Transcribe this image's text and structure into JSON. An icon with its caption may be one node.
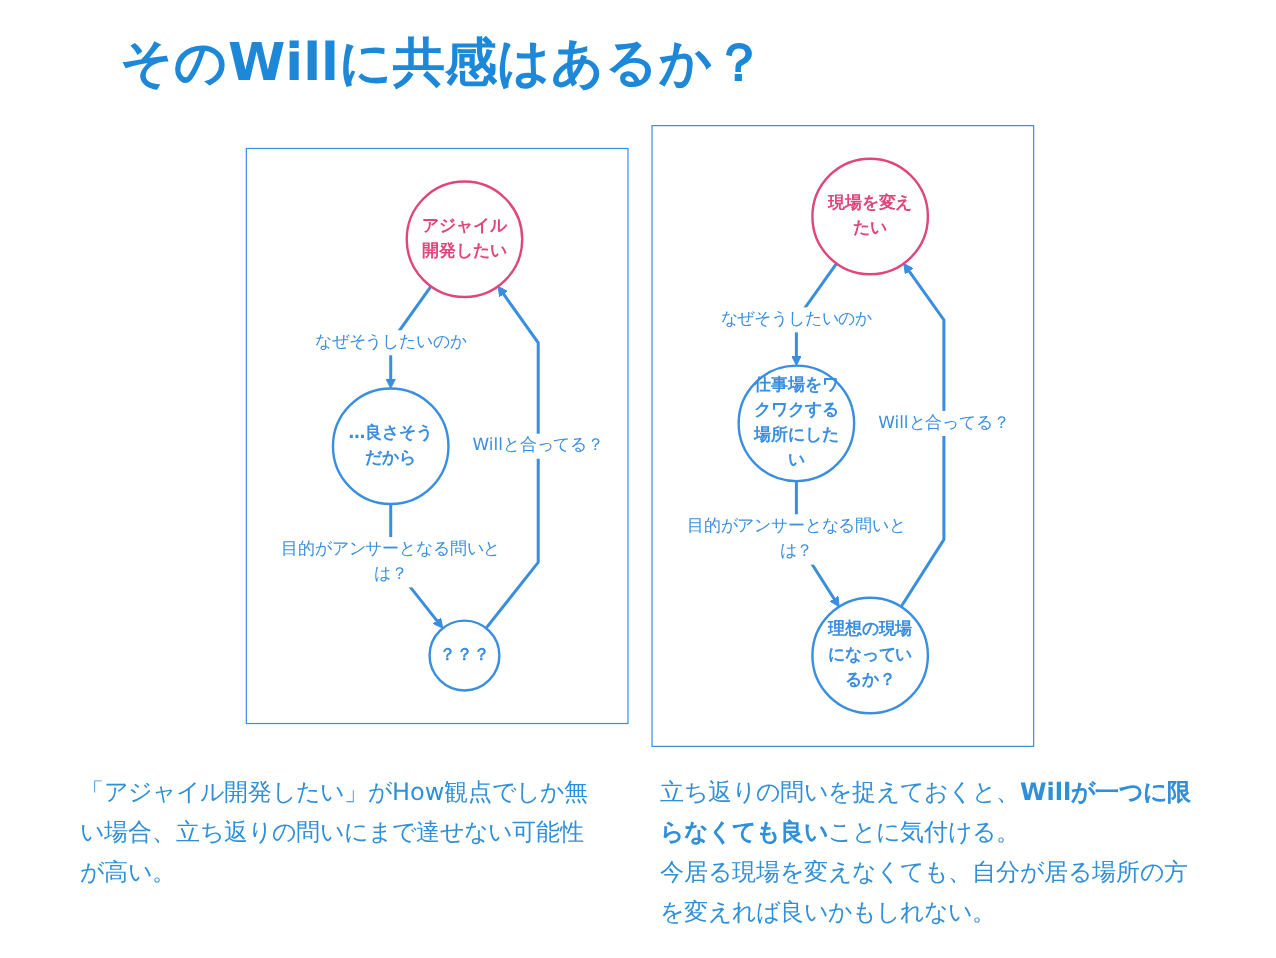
{
  "diagram": {
    "title": "そのWillに共感はあるか？",
    "nodes": [
      {
        "text": [],
        "shape": "box"
      },
      {
        "text": [
          "アジャイル開発したい"
        ],
        "in": 0
      },
      {
        "text": [
          "？？？"
        ],
        "in": 0
      },
      {
        "text": [
          "…良さそうだから"
        ],
        "in": 0
      },
      {
        "text": [],
        "shape": "box"
      },
      {
        "text": [
          "現場を変えたい"
        ],
        "in": 4
      },
      {
        "text": [
          "理想の現場になっているか？"
        ],
        "in": 4
      },
      {
        "text": [
          "仕事場をワクワクする場所にしたい"
        ],
        "in": 4
      }
    ],
    "edges": [
      {
        "from": 2,
        "to": 1,
        "arrow": "to",
        "label": "Willと合ってる？"
      },
      {
        "from": 1,
        "to": 3,
        "arrow": "to",
        "label": "なぜそうしたいのか"
      },
      {
        "from": 3,
        "to": 2,
        "arrow": "to",
        "label": "目的がアンサーとなる問いとは？"
      },
      {
        "from": 6,
        "to": 5,
        "arrow": "to",
        "label": "Willと合ってる？"
      },
      {
        "from": 5,
        "to": 7,
        "arrow": "to",
        "label": "なぜそうしたいのか"
      },
      {
        "from": 7,
        "to": 6,
        "arrow": "to",
        "label": "目的がアンサーとなる問いとは？"
      }
    ],
    "labels": [
      "「アジャイル開発したい」がHow観点でしか無い場合、立ち返りの問いにまで達せない可能性が高い。",
      "立ち返りの問いを捉えておくと、**Willが一つに限らなくても良い**ことに気付ける。",
      "今居る現場を変えなくても、自分が居る場所の方を変えれば良いかもしれない。"
    ]
  }
}
